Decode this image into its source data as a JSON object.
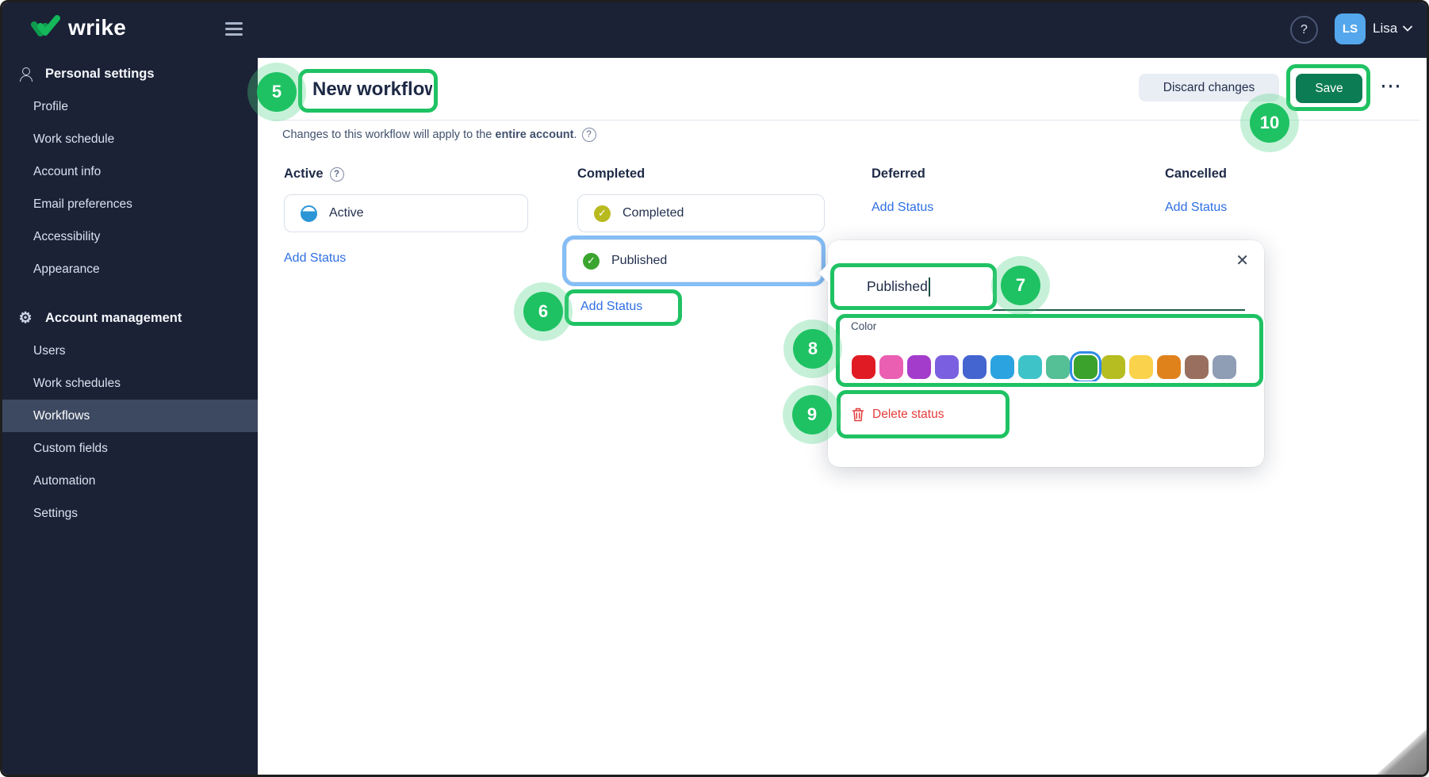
{
  "topbar": {
    "logo_text": "wrike",
    "help_glyph": "?",
    "user_initials": "LS",
    "user_name": "Lisa"
  },
  "sidebar": {
    "sections": [
      {
        "label": "Personal settings",
        "icon": "person",
        "items": [
          "Profile",
          "Work schedule",
          "Account info",
          "Email preferences",
          "Accessibility",
          "Appearance"
        ],
        "selected": ""
      },
      {
        "label": "Account management",
        "icon": "gear",
        "items": [
          "Users",
          "Work schedules",
          "Workflows",
          "Custom fields",
          "Automation",
          "Settings"
        ],
        "selected": "Workflows"
      }
    ]
  },
  "header": {
    "title": "New workflow",
    "discard_label": "Discard changes",
    "save_label": "Save",
    "more_label": "⋯"
  },
  "info_bar": {
    "text_prefix": "Changes to this workflow will apply to the ",
    "text_bold": "entire account",
    "text_suffix": ".",
    "help_glyph": "?"
  },
  "columns": [
    {
      "label": "Active",
      "has_help": true,
      "help_glyph": "?",
      "add_status_label": "Add Status",
      "statuses": [
        {
          "name": "Active",
          "icon": "half-circle-icon",
          "color": "#2b95d6",
          "check": ""
        }
      ]
    },
    {
      "label": "Completed",
      "add_status_label": "Add Status",
      "statuses": [
        {
          "name": "Completed",
          "icon": "check-circle-icon",
          "color": "#b9ba1f",
          "check": "✓"
        },
        {
          "name": "Published",
          "icon": "check-circle-icon",
          "color": "#3aa52e",
          "check": "✓",
          "selected": true
        }
      ]
    },
    {
      "label": "Deferred",
      "add_status_label": "Add Status",
      "statuses": []
    },
    {
      "label": "Cancelled",
      "add_status_label": "Add Status",
      "statuses": []
    }
  ],
  "popup": {
    "name_value": "Published",
    "close_glyph": "✕",
    "color_label": "Color",
    "delete_label": "Delete status",
    "swatches": [
      "#e01b24",
      "#ea5fb2",
      "#a43ccb",
      "#7a60e0",
      "#4464d0",
      "#2ba3e0",
      "#3ec4c8",
      "#55bf96",
      "#3ba22b",
      "#b5bd20",
      "#fbd24b",
      "#e0821c",
      "#99705f",
      "#8f9db5"
    ],
    "selected_swatch_index": 8,
    "selection_ring_color": "#2f8ce8"
  },
  "annotations": {
    "labels": [
      "5",
      "6",
      "7",
      "8",
      "9",
      "10"
    ],
    "accent_color": "#1fc263"
  },
  "theme": {
    "sidebar_bg": "#1b2236",
    "sidebar_selected_bg": "#3d4961",
    "save_green": "#0c7c55",
    "link_blue": "#2f6fe4",
    "selected_card_ring": "#85bdf5",
    "delete_red": "#e23c3c",
    "logo_green": "#14b75a"
  }
}
